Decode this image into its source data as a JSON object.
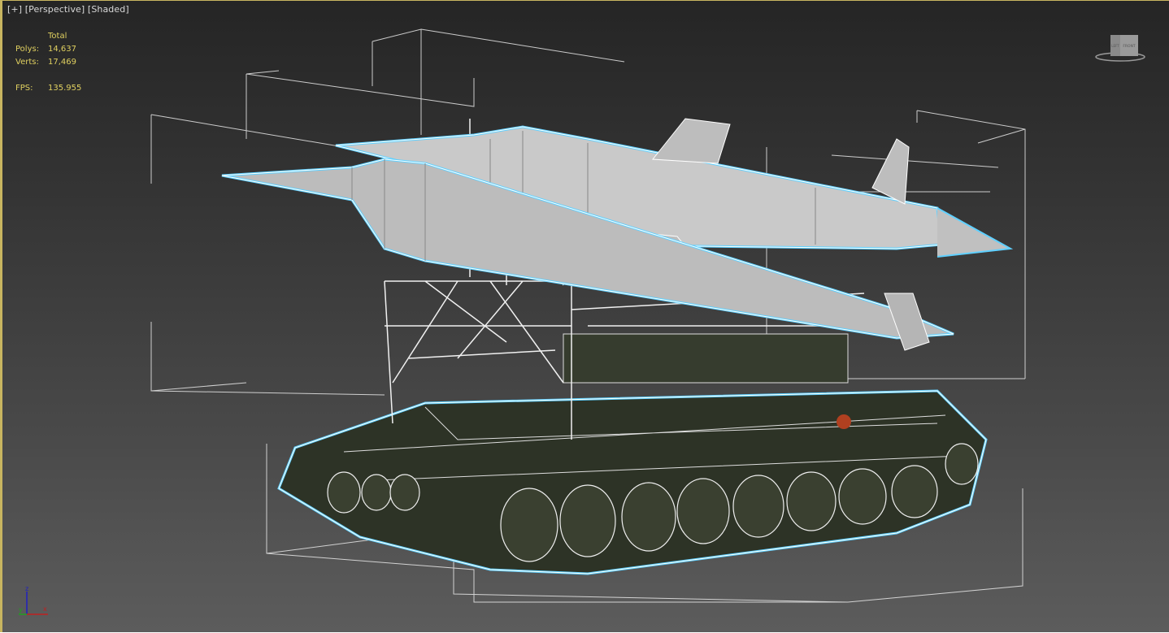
{
  "viewport": {
    "menu_plus": "[+]",
    "view_label": "[Perspective]",
    "shading_label": "[Shaded]"
  },
  "stats": {
    "header": "Total",
    "polys_label": "Polys:",
    "polys_value": "14,637",
    "verts_label": "Verts:",
    "verts_value": "17,469",
    "fps_label": "FPS:",
    "fps_value": "135.955"
  },
  "viewcube": {
    "left_face": "LEFT",
    "front_face": "FRONT"
  },
  "axis_gizmo": {
    "x": "x",
    "y": "y",
    "z": "z"
  },
  "colors": {
    "active_border": "#c8b560",
    "stats_text": "#e0d060",
    "selection_outline": "#5fd0ff",
    "x_axis": "#c02020",
    "y_axis": "#20a020",
    "z_axis": "#2020c0"
  }
}
